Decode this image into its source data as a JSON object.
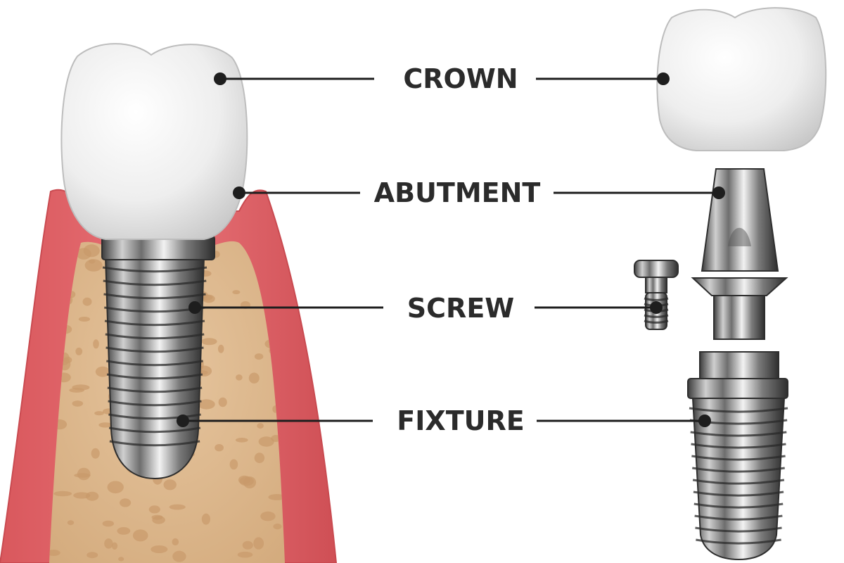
{
  "labels": {
    "crown": "CROWN",
    "abutment": "ABUTMENT",
    "screw": "SCREW",
    "fixture": "FIXTURE"
  },
  "colors": {
    "gum": "#e06468",
    "gum_dark": "#c94a50",
    "bone": "#dcb88f",
    "bone_spot": "#c99a6b",
    "tooth": "#f2f2f2",
    "metal": "#9a9a9a",
    "leader": "#1e1e1e",
    "text": "#2b2b2b"
  }
}
